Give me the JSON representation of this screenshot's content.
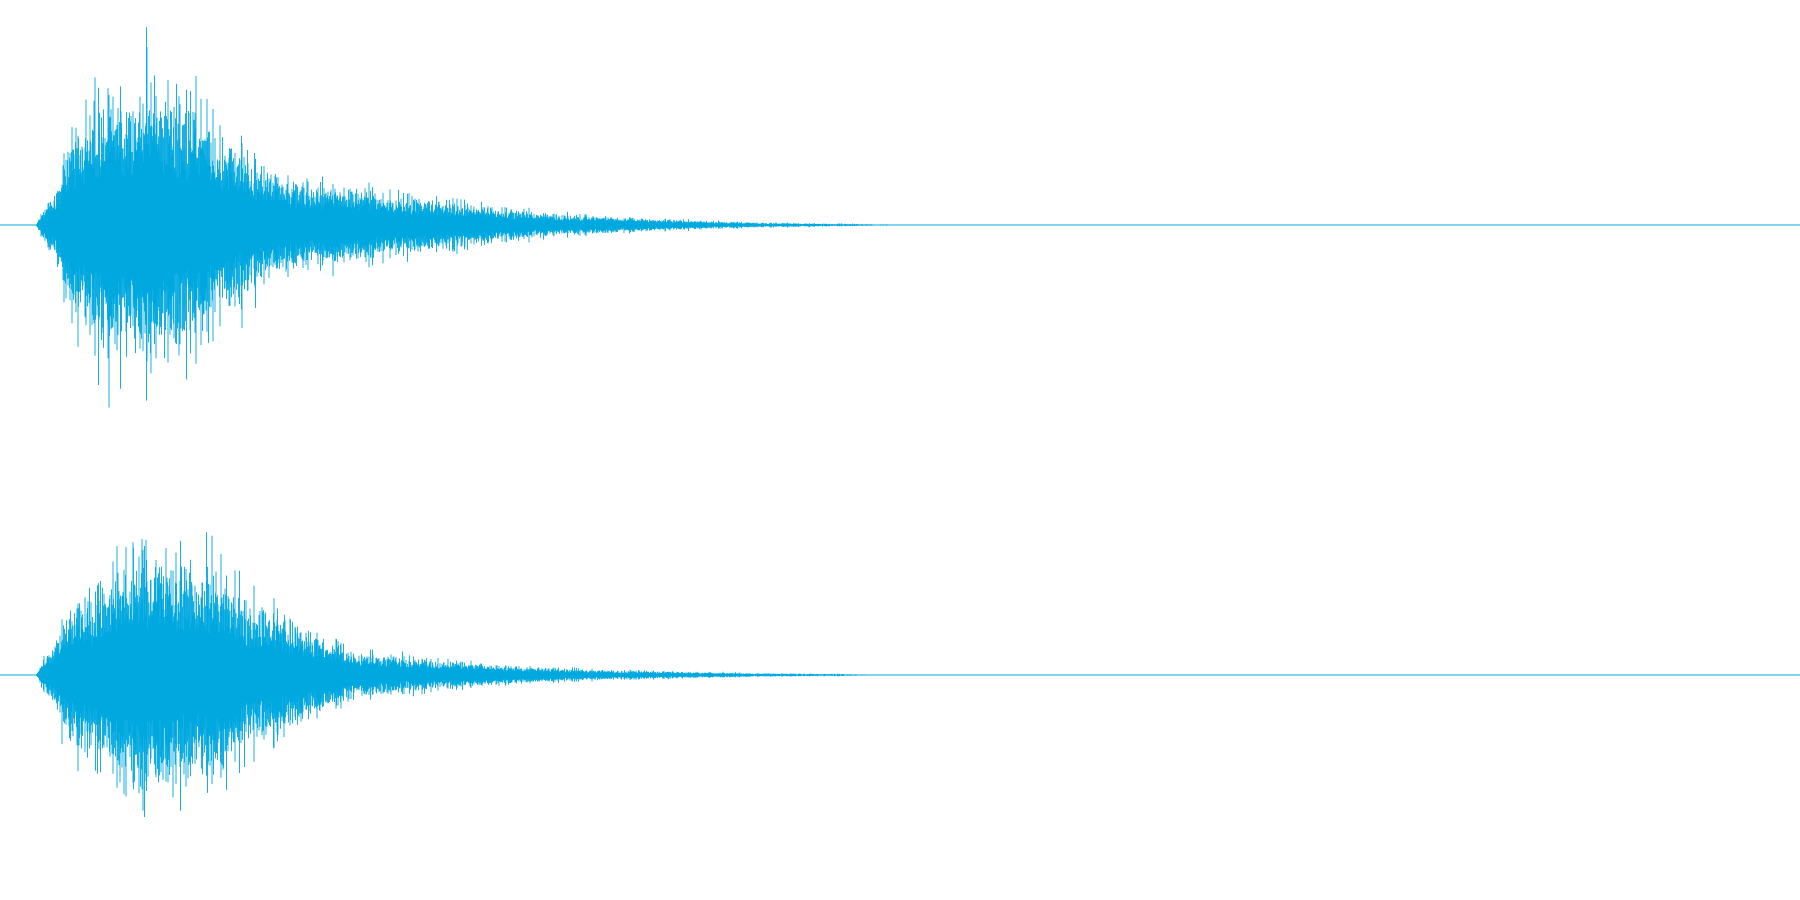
{
  "waveform": {
    "color": "#00a8e0",
    "background": "#ffffff",
    "channels": [
      {
        "name": "",
        "envelope": [
          [
            0.02,
            0.0
          ],
          [
            0.024,
            0.1
          ],
          [
            0.03,
            0.2
          ],
          [
            0.035,
            0.4
          ],
          [
            0.04,
            0.65
          ],
          [
            0.05,
            0.72
          ],
          [
            0.06,
            0.88
          ],
          [
            0.07,
            0.8
          ],
          [
            0.08,
            0.95
          ],
          [
            0.095,
            0.82
          ],
          [
            0.105,
            0.8
          ],
          [
            0.12,
            0.6
          ],
          [
            0.14,
            0.45
          ],
          [
            0.16,
            0.3
          ],
          [
            0.18,
            0.25
          ],
          [
            0.2,
            0.22
          ],
          [
            0.23,
            0.18
          ],
          [
            0.26,
            0.13
          ],
          [
            0.3,
            0.08
          ],
          [
            0.34,
            0.05
          ],
          [
            0.38,
            0.03
          ],
          [
            0.42,
            0.015
          ],
          [
            0.47,
            0.008
          ],
          [
            0.49,
            0.004
          ],
          [
            0.52,
            0.0
          ]
        ]
      },
      {
        "name": "",
        "envelope": [
          [
            0.02,
            0.0
          ],
          [
            0.024,
            0.1
          ],
          [
            0.03,
            0.2
          ],
          [
            0.035,
            0.35
          ],
          [
            0.04,
            0.45
          ],
          [
            0.05,
            0.55
          ],
          [
            0.06,
            0.68
          ],
          [
            0.07,
            0.7
          ],
          [
            0.08,
            0.8
          ],
          [
            0.095,
            0.75
          ],
          [
            0.105,
            0.72
          ],
          [
            0.12,
            0.7
          ],
          [
            0.14,
            0.48
          ],
          [
            0.16,
            0.38
          ],
          [
            0.18,
            0.24
          ],
          [
            0.2,
            0.15
          ],
          [
            0.22,
            0.12
          ],
          [
            0.24,
            0.1
          ],
          [
            0.26,
            0.08
          ],
          [
            0.3,
            0.05
          ],
          [
            0.34,
            0.03
          ],
          [
            0.38,
            0.02
          ],
          [
            0.42,
            0.012
          ],
          [
            0.47,
            0.006
          ],
          [
            0.49,
            0.003
          ],
          [
            0.52,
            0.0
          ]
        ]
      }
    ]
  }
}
